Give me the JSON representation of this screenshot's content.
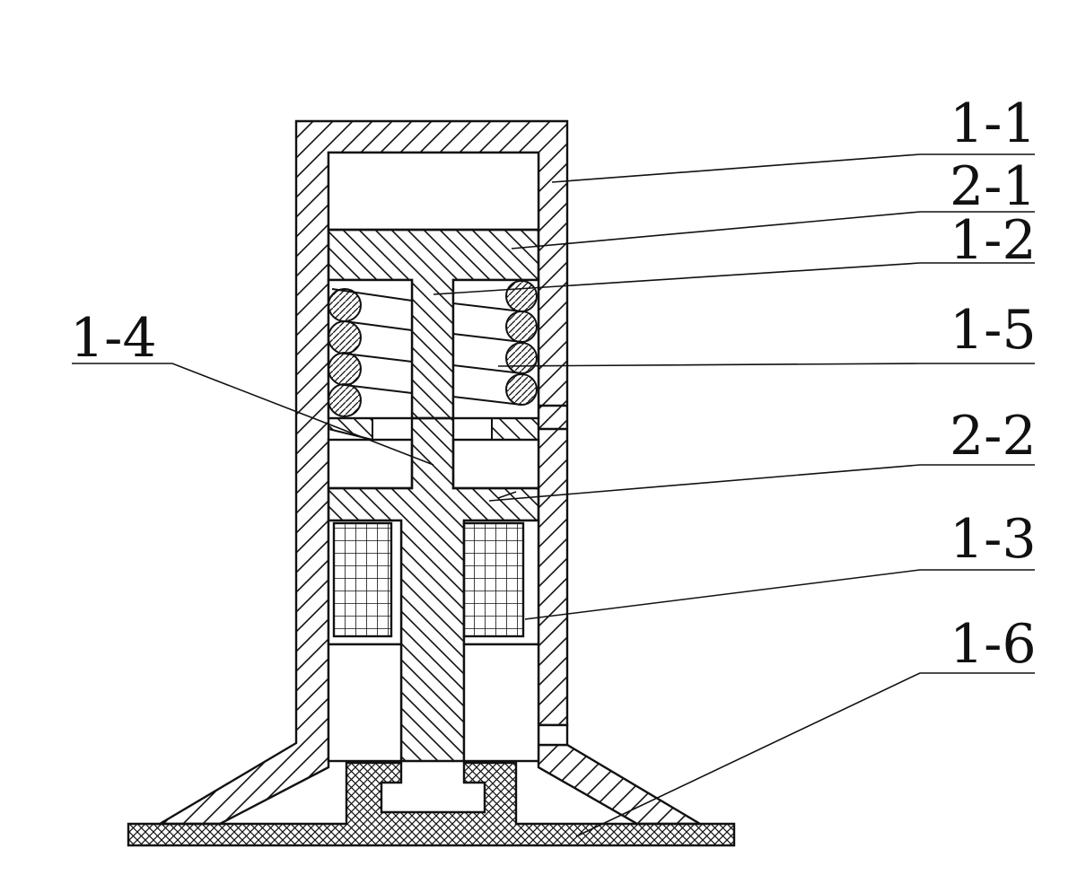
{
  "diagram": {
    "labels": {
      "l_1_1": "1-1",
      "l_2_1": "2-1",
      "l_1_2": "1-2",
      "l_1_5": "1-5",
      "l_1_4": "1-4",
      "l_2_2": "2-2",
      "l_1_3": "1-3",
      "l_1_6": "1-6"
    },
    "colors": {
      "ink": "#111111",
      "paper": "#ffffff"
    }
  }
}
